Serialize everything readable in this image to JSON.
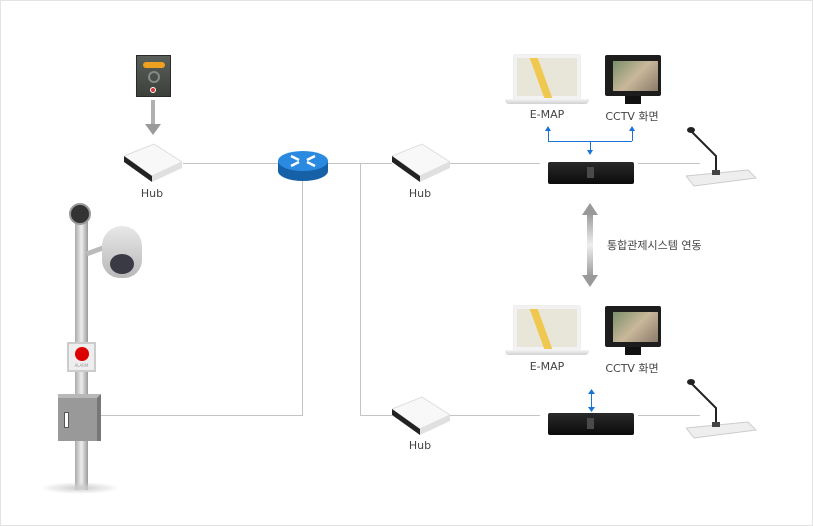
{
  "labels": {
    "hub_top_left": "Hub",
    "hub_top_right": "Hub",
    "hub_bottom": "Hub",
    "emap_top": "E-MAP",
    "cctv_top": "CCTV 화면",
    "emap_bottom": "E-MAP",
    "cctv_bottom": "CCTV 화면",
    "integration": "통합관제시스템 연동",
    "alarm": "ALARM"
  },
  "colors": {
    "link_line": "#c4c4c4",
    "router": "#1f77c8",
    "signal_arrow": "#1a73d9",
    "flow_arrow": "#a0a0a0"
  }
}
